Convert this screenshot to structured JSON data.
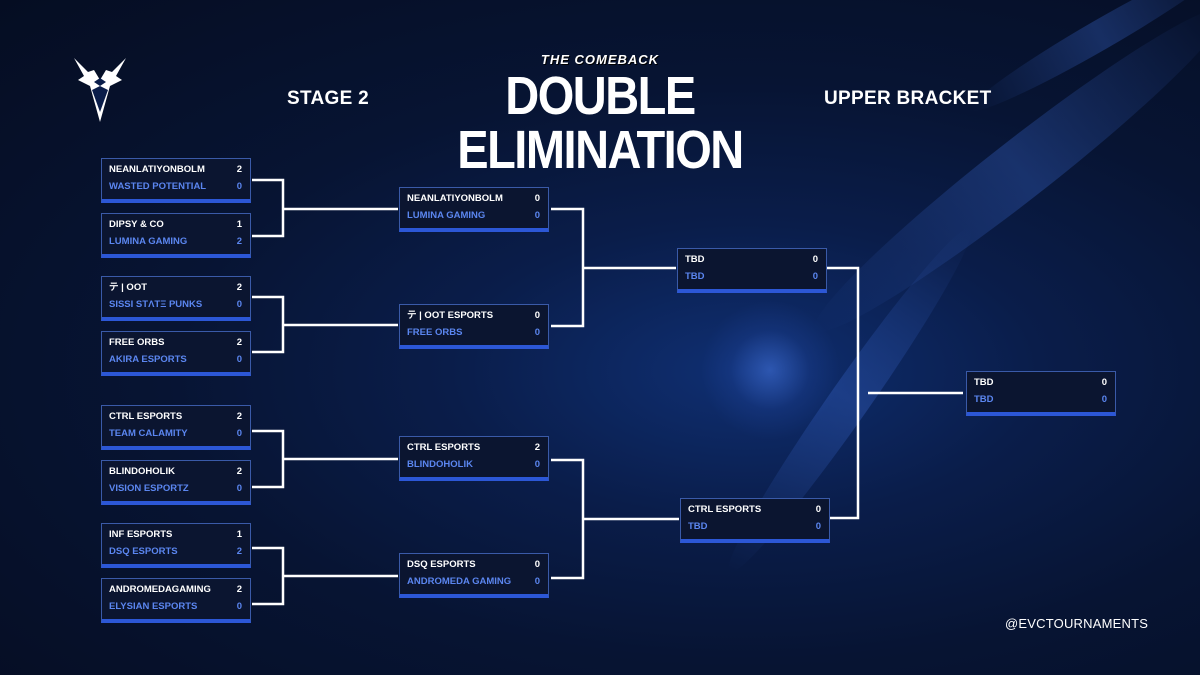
{
  "header": {
    "stage": "STAGE 2",
    "subtitle": "THE COMEBACK",
    "title": "DOUBLE ELIMINATION",
    "bracket": "UPPER BRACKET"
  },
  "footer": {
    "handle": "@EVCTOURNAMENTS"
  },
  "colors": {
    "background": "#071433",
    "accent": "#2c57d6",
    "loser_text": "#5b86f0"
  },
  "round1": [
    {
      "team1": "NEANLATIYONBOLM",
      "score1": "2",
      "team2": "WASTED POTENTIAL",
      "score2": "0"
    },
    {
      "team1": "DIPSY & CO",
      "score1": "1",
      "team2": "LUMINA GAMING",
      "score2": "2"
    },
    {
      "team1": "テ | OOT",
      "score1": "2",
      "team2": "SISSI STΛTΞ PUNKS",
      "score2": "0"
    },
    {
      "team1": "FREE ORBS",
      "score1": "2",
      "team2": "AKIRA ESPORTS",
      "score2": "0"
    },
    {
      "team1": "CTRL ESPORTS",
      "score1": "2",
      "team2": "TEAM CALAMITY",
      "score2": "0"
    },
    {
      "team1": "BLINDOHOLIK",
      "score1": "2",
      "team2": "VISION ESPORTZ",
      "score2": "0"
    },
    {
      "team1": "INF ESPORTS",
      "score1": "1",
      "team2": "DSQ ESPORTS",
      "score2": "2"
    },
    {
      "team1": "ANDROMEDAGAMING",
      "score1": "2",
      "team2": "ELYSIAN ESPORTS",
      "score2": "0"
    }
  ],
  "round2": [
    {
      "team1": "NEANLATIYONBOLM",
      "score1": "0",
      "team2": "LUMINA GAMING",
      "score2": "0"
    },
    {
      "team1": "テ | OOT ESPORTS",
      "score1": "0",
      "team2": "FREE ORBS",
      "score2": "0"
    },
    {
      "team1": "CTRL ESPORTS",
      "score1": "2",
      "team2": "BLINDOHOLIK",
      "score2": "0"
    },
    {
      "team1": "DSQ ESPORTS",
      "score1": "0",
      "team2": "ANDROMEDA GAMING",
      "score2": "0"
    }
  ],
  "round3": [
    {
      "team1": "TBD",
      "score1": "0",
      "team2": "TBD",
      "score2": "0"
    },
    {
      "team1": "CTRL ESPORTS",
      "score1": "0",
      "team2": "TBD",
      "score2": "0"
    }
  ],
  "final": {
    "team1": "TBD",
    "score1": "0",
    "team2": "TBD",
    "score2": "0"
  }
}
